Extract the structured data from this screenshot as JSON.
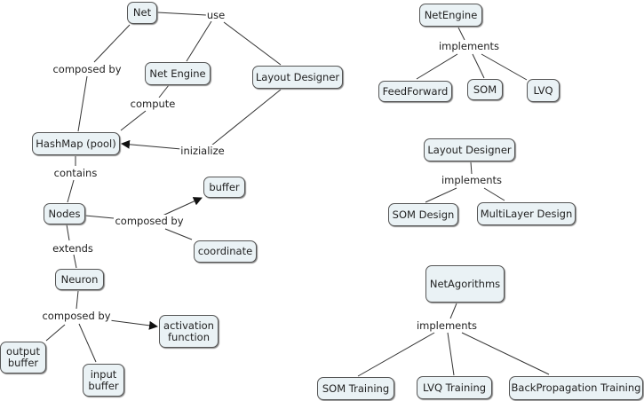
{
  "concepts": {
    "net": "Net",
    "net_engine": "Net Engine",
    "layout_designer": "Layout Designer",
    "hashmap": "HashMap (pool)",
    "buffer": "buffer",
    "nodes": "Nodes",
    "coordinate": "coordinate",
    "neuron": "Neuron",
    "activation_function": "activation\nfunction",
    "output_buffer": "output\nbuffer",
    "input_buffer": "input\nbuffer",
    "netengine2": "NetEngine",
    "feedforward": "FeedForward",
    "som": "SOM",
    "lvq": "LVQ",
    "layout_designer2": "Layout Designer",
    "som_design": "SOM Design",
    "multilayer_design": "MultiLayer Design",
    "net_algorithms": "NetAgorithms",
    "som_training": "SOM Training",
    "lvq_training": "LVQ Training",
    "backprop_training": "BackPropagation Training"
  },
  "links": {
    "use": "use",
    "composed_by_net": "composed by",
    "compute": "compute",
    "inizialize": "inizialize",
    "contains": "contains",
    "composed_by_nodes": "composed by",
    "extends": "extends",
    "composed_by_neuron": "composed by",
    "implements_engine": "implements",
    "implements_layout": "implements",
    "implements_algorithms": "implements"
  },
  "colors": {
    "node_fill": "#eaf2f5",
    "node_border": "#555555",
    "edge": "#222222"
  }
}
